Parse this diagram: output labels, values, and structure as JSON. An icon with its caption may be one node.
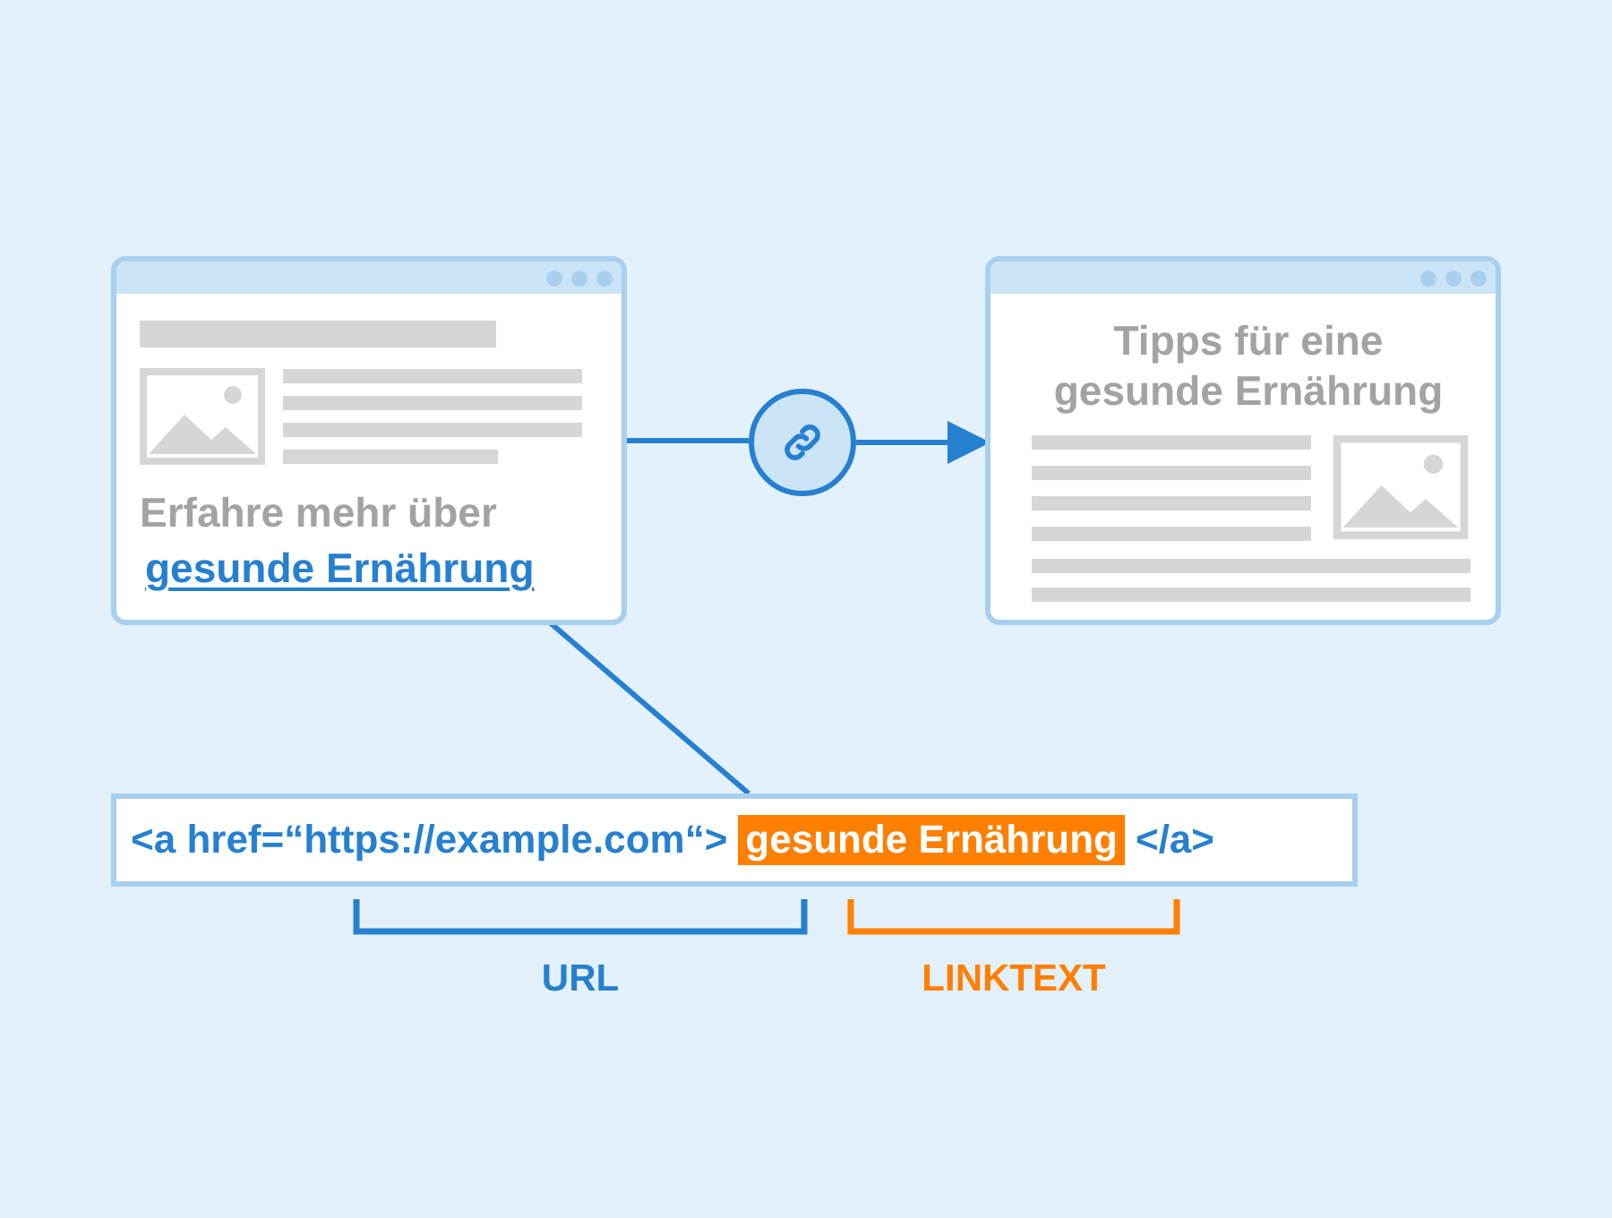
{
  "diagram": {
    "nodes": [
      {
        "text": [
          "Erfahre mehr über"
        ]
      },
      {
        "text": [
          "gesunde Ernährung"
        ],
        "in": 0
      },
      {
        "text": [],
        "shape": "circle"
      },
      {
        "text": [
          "Tipps für eine gesunde Ernährung"
        ]
      },
      {
        "text": [
          "<a href=“https://example.com“>",
          "gesunde Ernährung",
          "</a>"
        ]
      }
    ],
    "edges": [
      {
        "from": 0,
        "to": 2,
        "arrow": "none"
      },
      {
        "from": 2,
        "to": 3,
        "arrow": "to"
      },
      {
        "from": 1,
        "to": 4,
        "arrow": "other"
      }
    ],
    "labels": [
      "URL",
      "LINKTEXT"
    ]
  }
}
